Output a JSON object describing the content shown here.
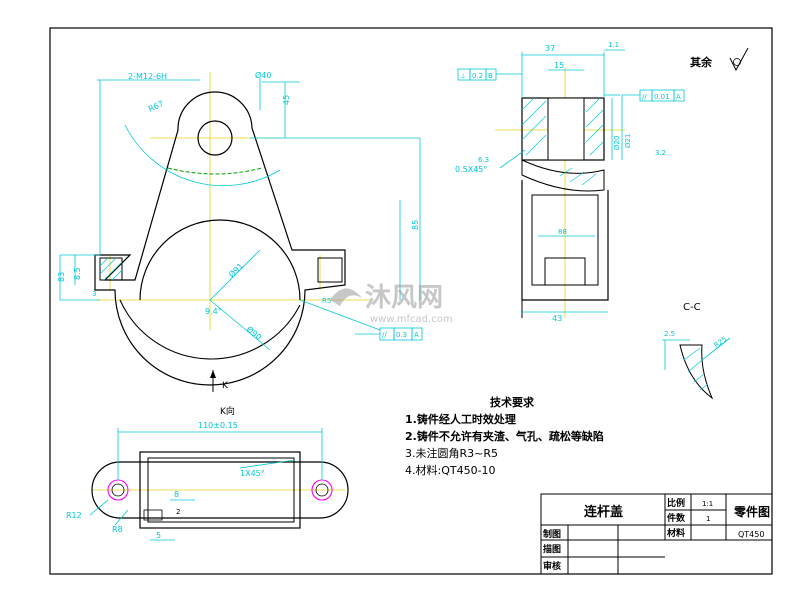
{
  "colors": {
    "outline": "#000000",
    "dimension": "#00c8d8",
    "centerline": "#e6d21a",
    "hatch": "#00c8d8",
    "watermark": "#9a9a9a",
    "accent_green": "#00a000",
    "bore": "#ff00ff"
  },
  "surface_finish": {
    "label": "其余",
    "symbol": "roughness-check-icon"
  },
  "views": {
    "k_direction": {
      "arrow_label": "K",
      "view_label": "K向"
    },
    "section_cc": {
      "label": "C-C",
      "dim_a": "2.5",
      "dim_r": "R25"
    }
  },
  "front_view": {
    "dims": {
      "hole_callout": "2-M12-6H",
      "radius_top": "R67",
      "dia_top": "Ø40",
      "height_45": "45",
      "height_85": "85",
      "height_83": "83",
      "height_85h": "8.5",
      "angle": "9.4°",
      "dia_main": "Ø91",
      "dia_bore": "Ø90",
      "small_left": "3",
      "small_right": "R5"
    },
    "tol_frame": {
      "symbol": "//",
      "value": "0.3",
      "datum": "A"
    }
  },
  "side_view": {
    "dims": {
      "width_37": "37",
      "width_15": "15",
      "width_11": "1.1",
      "chamfer": "0.5X45°",
      "width_88": "88",
      "width_43": "43",
      "dia_20": "Ø20",
      "dia_21": "Ø21",
      "finish_a": "3.2",
      "finish_b": "6.3"
    },
    "tol_left": {
      "symbol": "⊥",
      "value": "0.2",
      "datum": "B"
    },
    "tol_right": {
      "symbol": "//",
      "value": "0.01",
      "datum": "A"
    }
  },
  "bottom_view": {
    "dims": {
      "length": "110±0.15",
      "chamfer": "1X45°",
      "r12": "R12",
      "r8": "R8",
      "dim_8": "8",
      "dim_5": "5",
      "mark_2": "2"
    }
  },
  "tech_requirements": {
    "title": "技术要求",
    "items": [
      "1.铸件经人工时效处理",
      "2.铸件不允许有夹渣、气孔、疏松等缺陷",
      "3.未注圆角R3~R5",
      "4.材料:QT450-10"
    ]
  },
  "title_block": {
    "part_name": "连杆盖",
    "labels": {
      "scale": "比例",
      "count": "件数",
      "material": "材料",
      "drawn": "制图",
      "drafted": "描图",
      "checked": "审核"
    },
    "values": {
      "scale": "1:1",
      "count": "1",
      "material": "QT450"
    },
    "drawing_type": "零件图"
  },
  "watermark": {
    "brand": "沐风网",
    "url": "www.mfcad.com"
  }
}
